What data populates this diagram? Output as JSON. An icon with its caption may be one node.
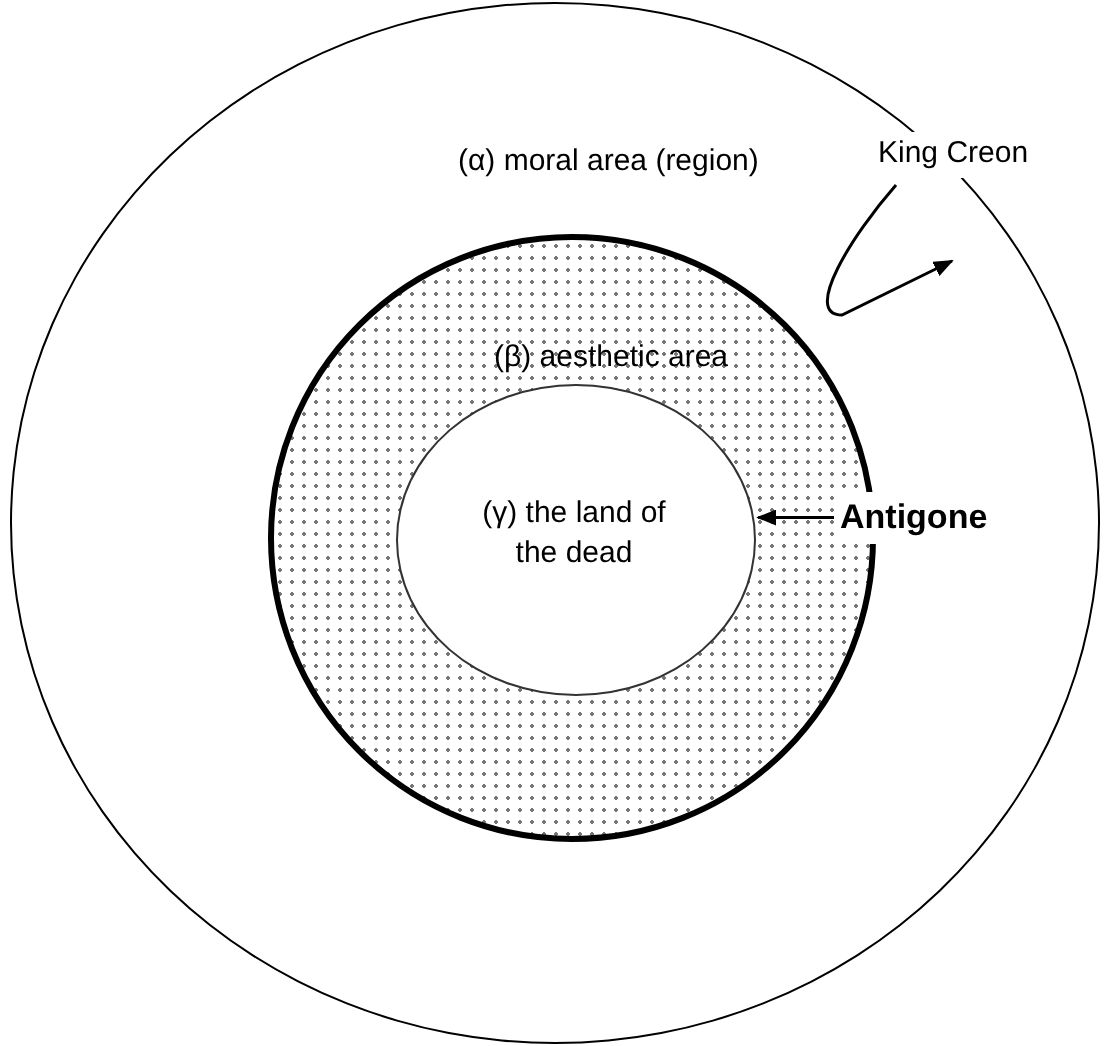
{
  "diagram": {
    "nodes": [
      {
        "text": [
          "(α) moral area (region)"
        ]
      },
      {
        "text": [
          "(β) aesthetic area"
        ],
        "in": 0
      },
      {
        "text": [
          "(γ) the land of the dead"
        ],
        "in": 1
      },
      {
        "text": [
          "King Creon"
        ],
        "in": 0
      },
      {
        "text": [
          "Antigone"
        ],
        "in": 0
      }
    ],
    "edges": [
      {
        "from": 3,
        "to": null,
        "arrow": "to"
      },
      {
        "from": 4,
        "to": 2,
        "arrow": "to"
      }
    ]
  }
}
